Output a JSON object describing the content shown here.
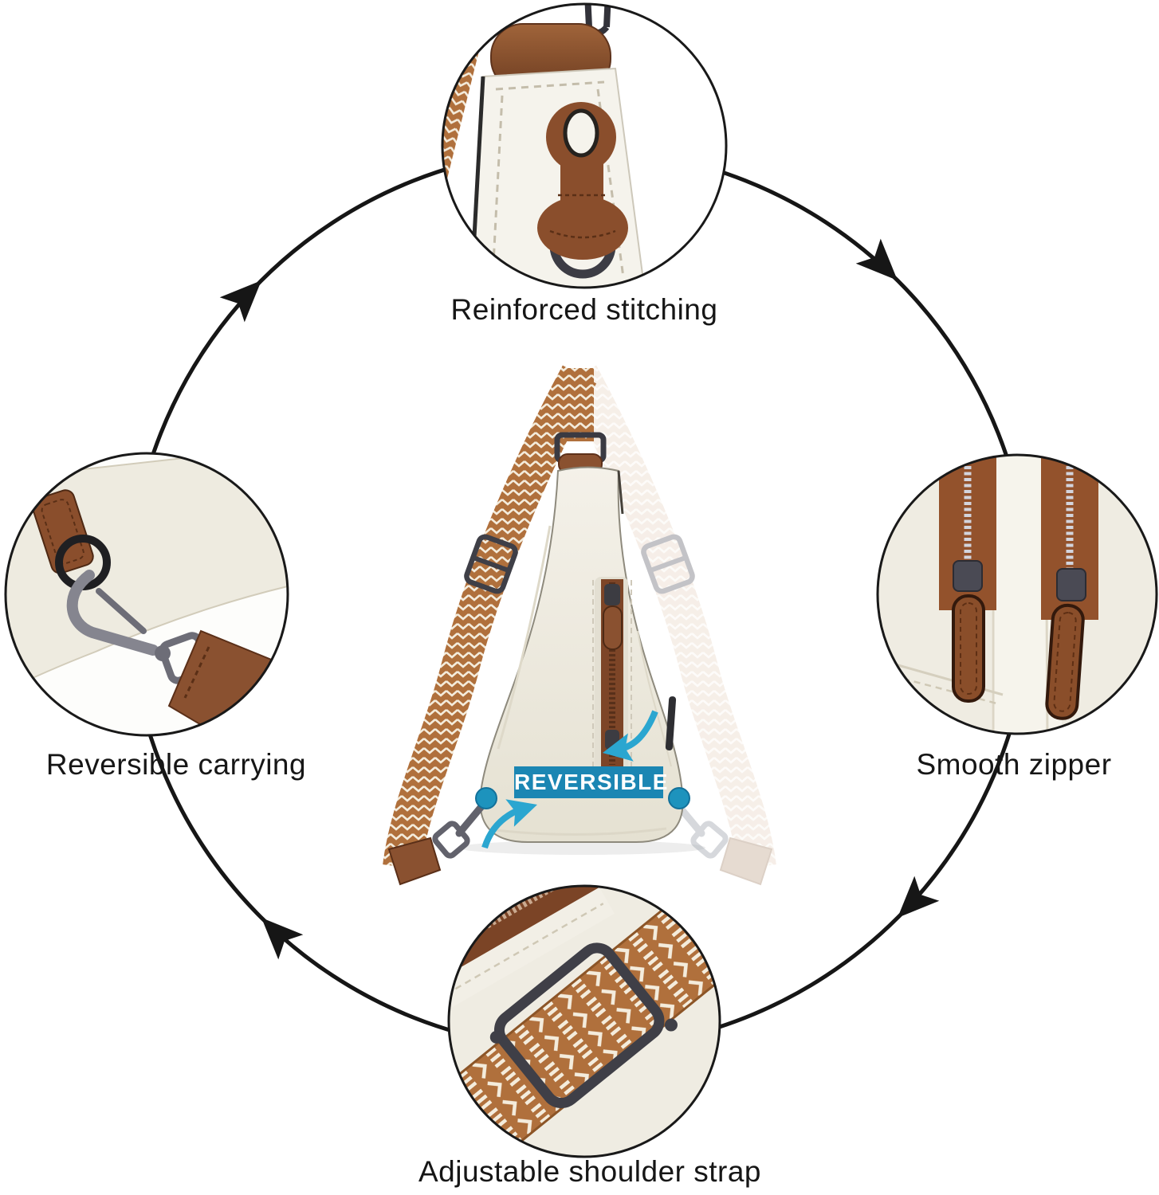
{
  "infographic": {
    "badge": {
      "text": "REVERSIBLE",
      "background": "#1b86b3",
      "text_color": "#ffffff"
    },
    "callouts": {
      "top": {
        "label": "Reinforced stitching"
      },
      "right": {
        "label": "Smooth zipper"
      },
      "bottom": {
        "label": "Adjustable shoulder strap"
      },
      "left": {
        "label": "Reversible carrying"
      }
    },
    "flow": {
      "direction": "clockwise",
      "arrowheads": 4
    },
    "colors": {
      "background": "#ffffff",
      "outline_black": "#161616",
      "accent_teal": "#2ba6d0",
      "badge_teal": "#1b86b3",
      "leather_cream": "#efece1",
      "leather_brown": "#8a5130",
      "strap_tan": "#b0703c",
      "metal_gunmetal": "#3f3f47"
    }
  }
}
